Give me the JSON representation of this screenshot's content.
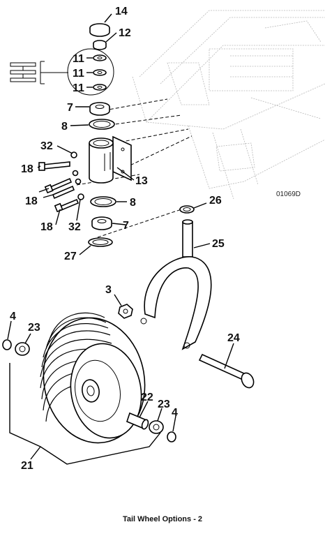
{
  "diagram": {
    "drawing_number": "01069D",
    "callouts": {
      "c14": "14",
      "c12": "12",
      "c11a": "11",
      "c11b": "11",
      "c11c": "11",
      "c7a": "7",
      "c8a": "8",
      "c32a": "32",
      "c18a": "18",
      "c13": "13",
      "c18b": "18",
      "c8b": "8",
      "c18c": "18",
      "c32b": "32",
      "c7b": "7",
      "c27": "27",
      "c26": "26",
      "c25": "25",
      "c3": "3",
      "c24": "24",
      "c4a": "4",
      "c23a": "23",
      "c22": "22",
      "c23b": "23",
      "c4b": "4",
      "c21": "21"
    }
  },
  "caption": "Tail Wheel Options - 2"
}
